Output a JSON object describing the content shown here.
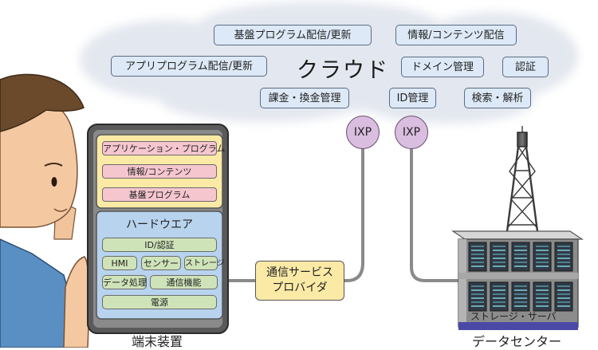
{
  "cloud": {
    "title": "クラウド",
    "services": [
      "基盤プログラム配信/更新",
      "情報/コンテンツ配信",
      "アプリプログラム配信/更新",
      "ドメイン管理",
      "認証",
      "課金・換金管理",
      "ID管理",
      "検索・解析"
    ]
  },
  "ixp": [
    "IXP",
    "IXP"
  ],
  "device": {
    "caption": "端末装置",
    "software": [
      "アプリケーション・プログラム",
      "情報/コンテンツ",
      "基盤プログラム"
    ],
    "hardware": {
      "title": "ハードウエア",
      "id_auth": "ID/認証",
      "hmi": "HMI",
      "sensor": "センサー",
      "storage": "ストレージ",
      "data_processing": "データ処理",
      "communication": "通信機能",
      "power": "電源"
    }
  },
  "provider": {
    "line1": "通信サービス",
    "line2": "プロバイダ"
  },
  "datacenter": {
    "caption": "データセンター",
    "rack_label": "ストレージ・サーバ"
  }
}
